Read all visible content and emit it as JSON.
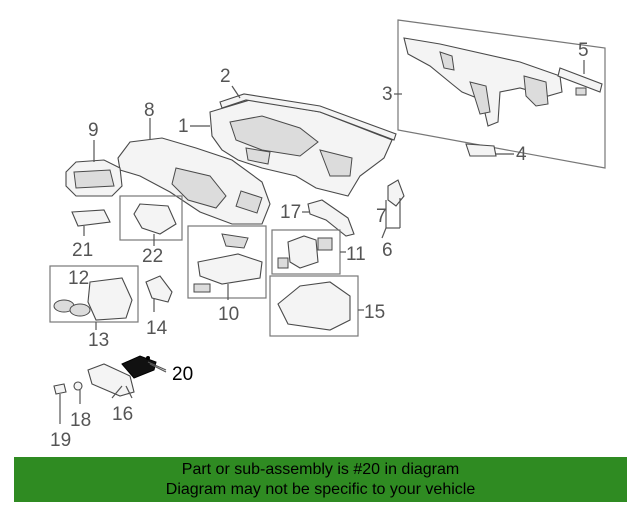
{
  "diagram": {
    "callouts": {
      "c1": "1",
      "c2": "2",
      "c3": "3",
      "c4": "4",
      "c5": "5",
      "c6": "6",
      "c7": "7",
      "c8": "8",
      "c9": "9",
      "c10": "10",
      "c11": "11",
      "c12": "12",
      "c13": "13",
      "c14": "14",
      "c15": "15",
      "c16": "16",
      "c17": "17",
      "c18": "18",
      "c19": "19",
      "c20": "20",
      "c21": "21",
      "c22": "22"
    },
    "highlighted_part": "20",
    "colors": {
      "banner": "#2f8b22",
      "highlight": "#000000",
      "lines": "#555555"
    }
  },
  "banner": {
    "line1": "Part or sub-assembly is #20 in diagram",
    "line2": "Diagram may not be specific to your vehicle"
  }
}
